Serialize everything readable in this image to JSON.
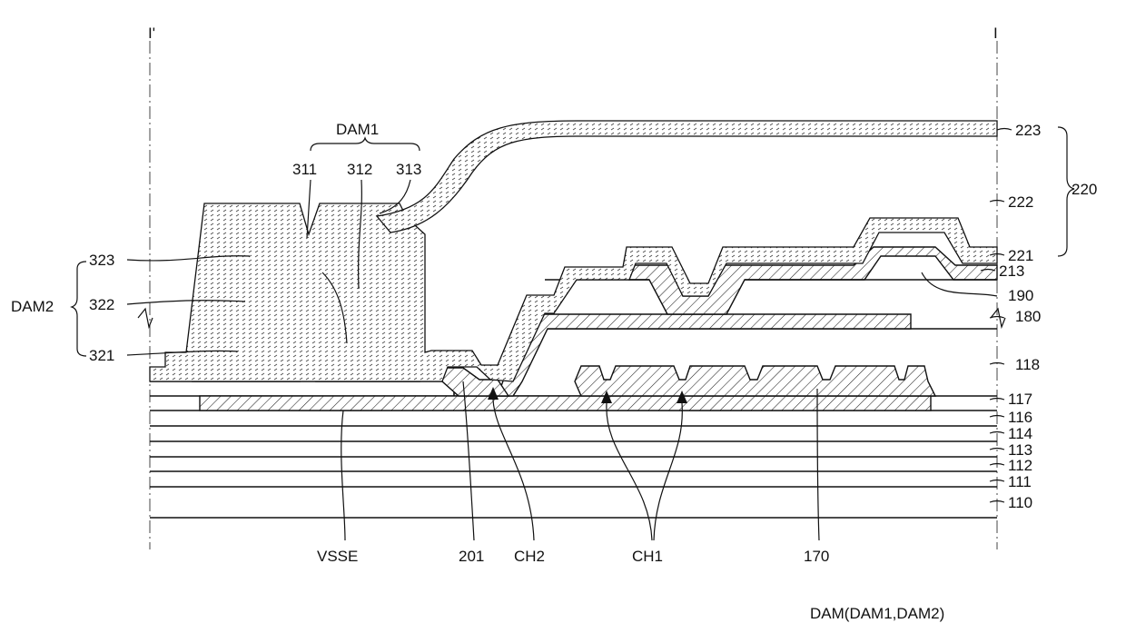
{
  "section": {
    "left_marker": "I'",
    "right_marker": "I"
  },
  "figure_caption": "DAM(DAM1,DAM2)",
  "layer_labels": {
    "l223": "223",
    "l222": "222",
    "l221": "221",
    "l220": "220",
    "l213": "213",
    "l190": "190",
    "l180": "180",
    "l118": "118",
    "l117": "117",
    "l116": "116",
    "l114": "114",
    "l113": "113",
    "l112": "112",
    "l111": "111",
    "l110": "110"
  },
  "dam1": {
    "title": "DAM1",
    "l311": "311",
    "l312": "312",
    "l313": "313"
  },
  "dam2": {
    "title": "DAM2",
    "l323": "323",
    "l322": "322",
    "l321": "321"
  },
  "bottom_labels": {
    "vsse": "VSSE",
    "l201": "201",
    "ch2": "CH2",
    "ch1": "CH1",
    "l170": "170"
  }
}
